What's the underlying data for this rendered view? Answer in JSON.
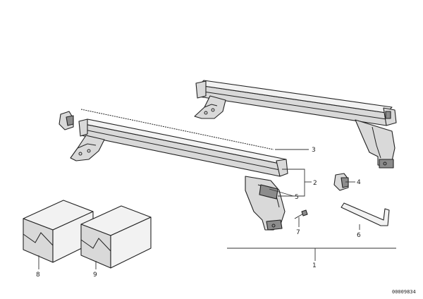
{
  "callouts": {
    "c1": "1",
    "c2": "2",
    "c3": "3",
    "c4": "4",
    "c5": "5",
    "c6": "6",
    "c7": "7",
    "c8": "8",
    "c9": "9"
  },
  "diagram_code": "00009834"
}
